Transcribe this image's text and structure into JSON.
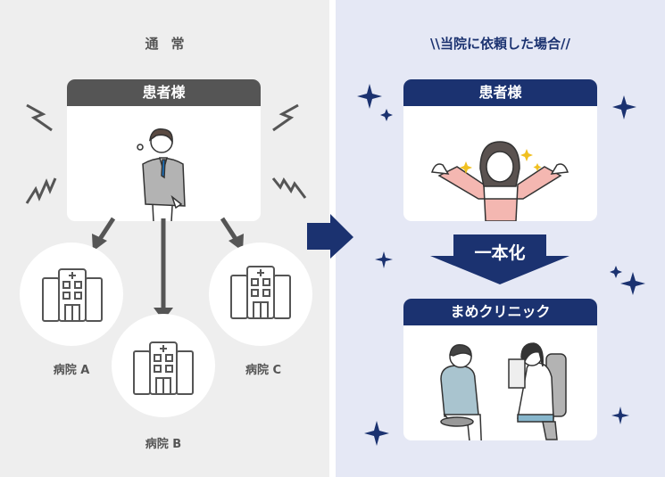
{
  "left_panel": {
    "title": "通常",
    "patient_card": {
      "header": "患者様",
      "header_color": "#555555"
    },
    "hospitals": [
      {
        "label": "病院 A"
      },
      {
        "label": "病院 B"
      },
      {
        "label": "病院 C"
      }
    ]
  },
  "right_panel": {
    "title": "\\\\当院に依頼した場合//",
    "patient_card": {
      "header": "患者様",
      "header_color": "#1b3270"
    },
    "merge_label": "一本化",
    "clinic_card": {
      "header": "まめクリニック",
      "header_color": "#1b3270"
    }
  },
  "colors": {
    "navy": "#1b3270",
    "gray": "#555555",
    "left_bg": "#eeeeee",
    "right_bg": "#e5e8f5"
  }
}
